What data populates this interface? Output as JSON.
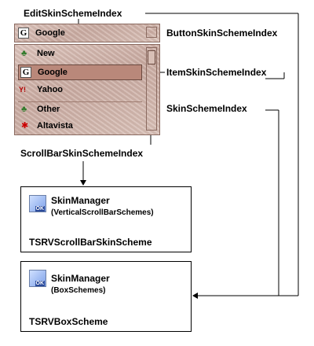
{
  "labels": {
    "edit": "EditSkinSchemeIndex",
    "button": "ButtonSkinSchemeIndex",
    "item": "ItemSkinSchemeIndex",
    "skin": "SkinSchemeIndex",
    "scrollbar": "ScrollBarSkinSchemeIndex"
  },
  "combo": {
    "edit_text": "Google",
    "items": [
      {
        "label": "New",
        "icon": "green-figure-icon"
      },
      {
        "label": "Google",
        "icon": "google-g-icon",
        "selected": true
      },
      {
        "label": "Yahoo",
        "icon": "yahoo-icon"
      },
      {
        "label": "Other",
        "icon": "green-figure-icon"
      },
      {
        "label": "Altavista",
        "icon": "altavista-icon"
      }
    ],
    "google_glyph": "G",
    "yahoo_glyph": "Y!"
  },
  "box1": {
    "title": "SkinManager",
    "subtitle": "(VerticalScrollBarSchemes)",
    "target": "TSRVScrollBarSkinScheme"
  },
  "box2": {
    "title": "SkinManager",
    "subtitle": "(BoxSchemes)",
    "target": "TSRVBoxScheme"
  },
  "icon_text": "OK"
}
